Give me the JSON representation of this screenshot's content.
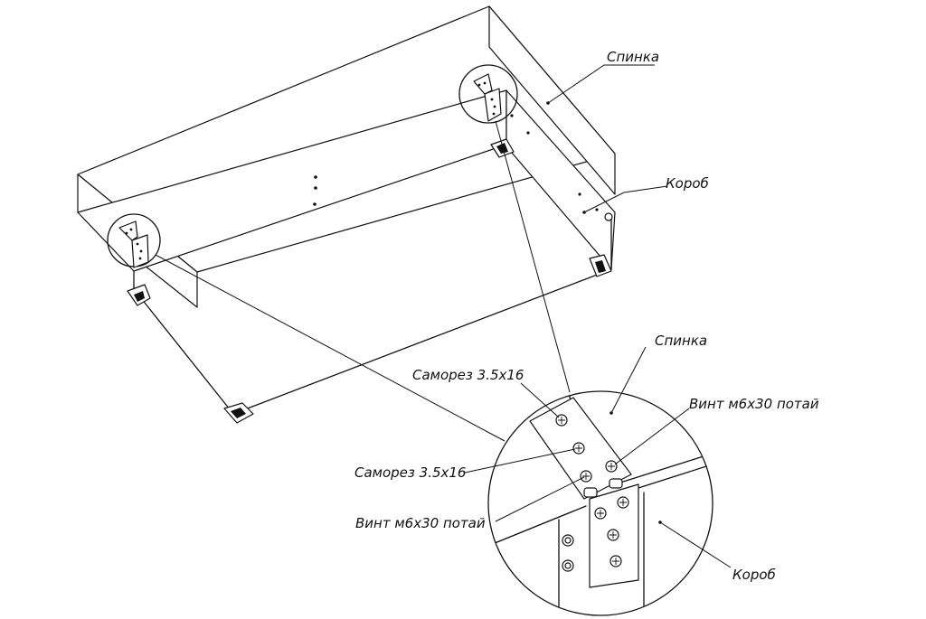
{
  "labels": {
    "spinka_top": "Спинка",
    "korob_top": "Короб",
    "spinka_detail": "Спинка",
    "samorez_1": "Саморез 3.5х16",
    "vint_1": "Винт м6х30 потай",
    "samorez_2": "Саморез 3.5х16",
    "vint_2": "Винт м6х30 потай",
    "korob_detail": "Короб"
  },
  "colors": {
    "line": "#111111",
    "background": "#ffffff"
  }
}
